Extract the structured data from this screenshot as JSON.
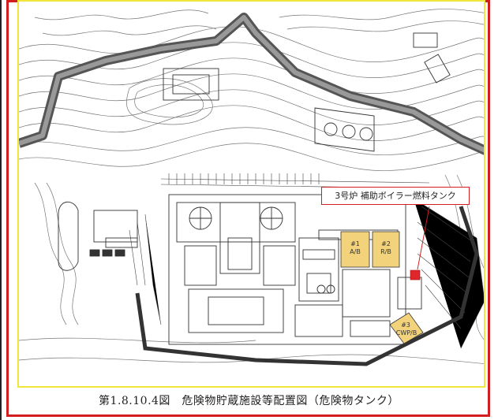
{
  "figure": {
    "caption": "第1.8.10.4図　危険物貯蔵施設等配置図（危険物タンク）",
    "callout_label": "3号炉 補助ボイラー燃料タンク",
    "buildings": [
      {
        "id": "unit1-ab",
        "label_line1": "#1",
        "label_line2": "A/B"
      },
      {
        "id": "unit2-rb",
        "label_line1": "#2",
        "label_line2": "R/B"
      },
      {
        "id": "unit3-cwp",
        "label_line1": "#3",
        "label_line2": "CWP/B"
      }
    ]
  },
  "colors": {
    "frame_red": "#d21e1e",
    "frame_yellow": "#f0e63c",
    "highlight_building": "#f2d27a",
    "tank_marker": "#e0262a",
    "road": "#555555"
  }
}
